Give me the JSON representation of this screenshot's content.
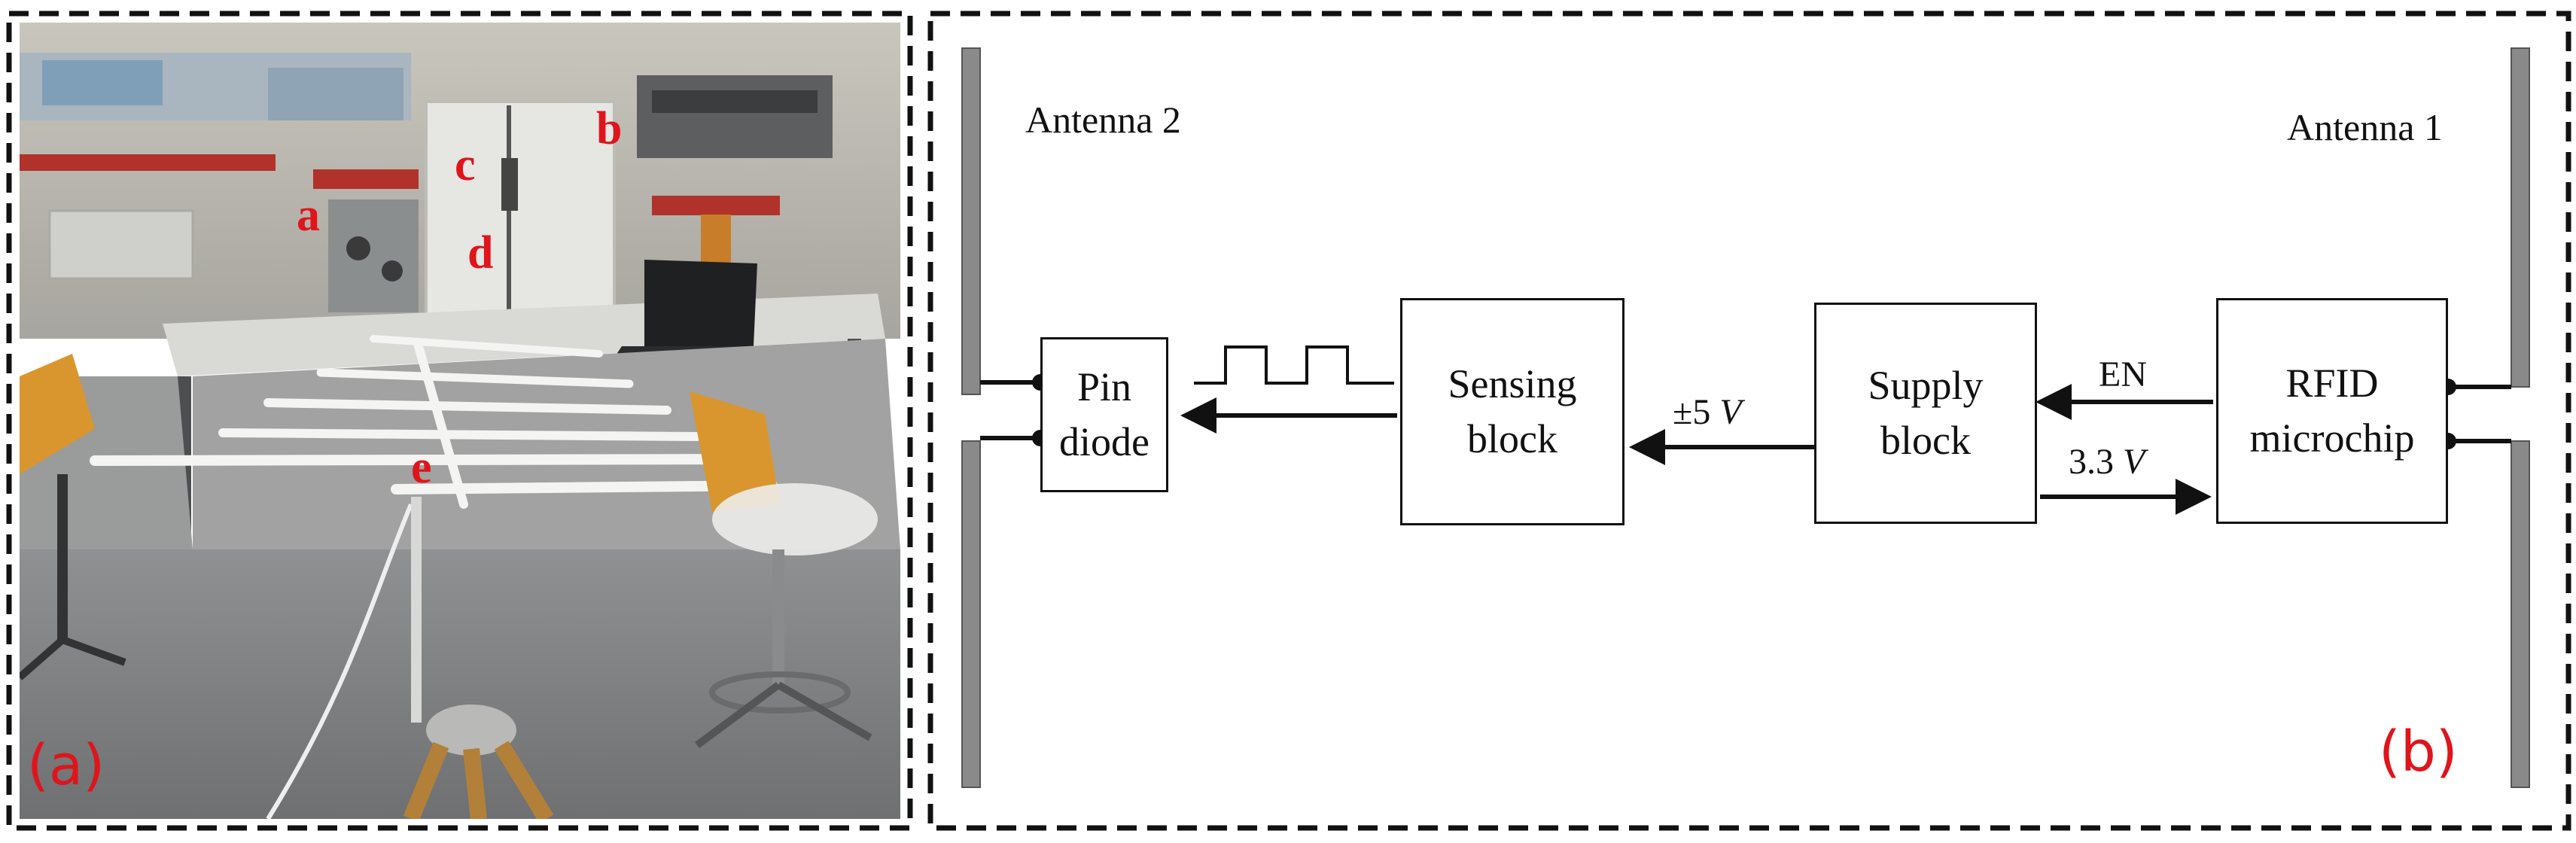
{
  "panel_a": {
    "panel_label": "(a)",
    "markers": {
      "a": "a",
      "b": "b",
      "c": "c",
      "d": "d",
      "e": "e"
    }
  },
  "panel_b": {
    "panel_label": "(b)",
    "antenna_left": "Antenna 2",
    "antenna_right": "Antenna 1",
    "blocks": {
      "pin_diode": "Pin\ndiode",
      "sensing": "Sensing\nblock",
      "supply": "Supply\nblock",
      "rfid": "RFID\nmicrochip"
    },
    "signals": {
      "plus_minus_prefix": "±5 ",
      "plus_minus_unit": "V",
      "enable": "EN",
      "supply_voltage_prefix": "3.3 ",
      "supply_voltage_unit": "V"
    }
  },
  "colors": {
    "label_red": "#e0141b",
    "antenna_gray": "#8a8a8a",
    "line_black": "#111111"
  }
}
